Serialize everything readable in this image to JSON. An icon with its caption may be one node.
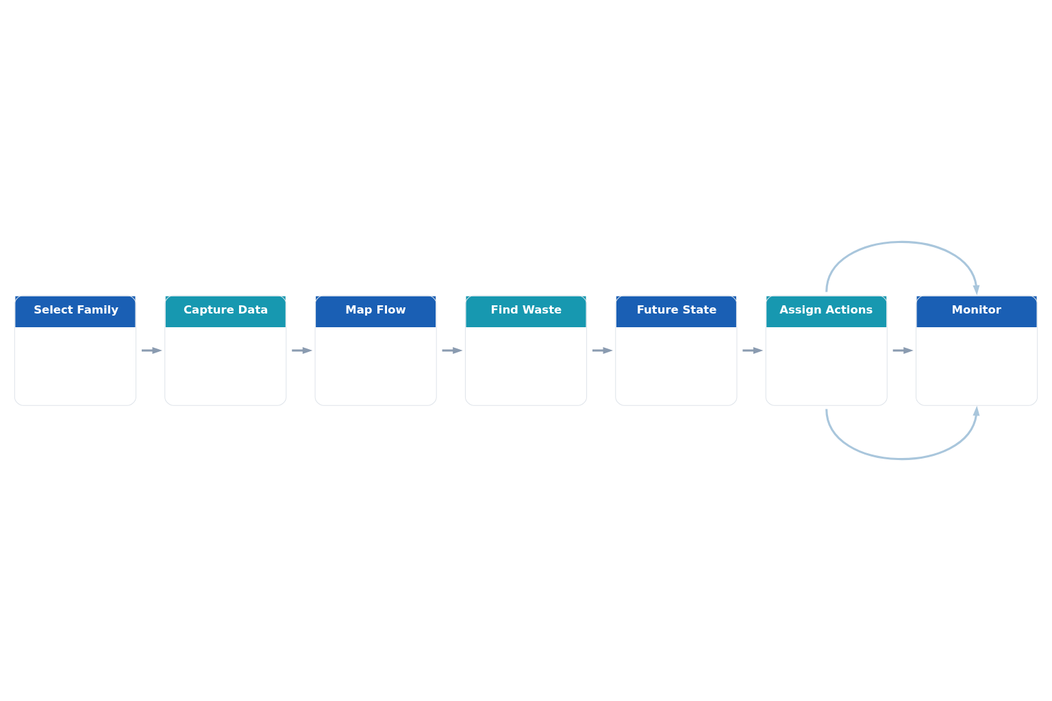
{
  "diagram": {
    "nodes": [
      {
        "text": [
          "Select Family"
        ]
      },
      {
        "text": [
          "Capture Data"
        ]
      },
      {
        "text": [
          "Map Flow"
        ]
      },
      {
        "text": [
          "Find Waste"
        ]
      },
      {
        "text": [
          "Future State"
        ]
      },
      {
        "text": [
          "Assign Actions"
        ]
      },
      {
        "text": [
          "Monitor"
        ]
      }
    ],
    "edges": [
      {
        "from": 0,
        "to": 1,
        "arrow": "to"
      },
      {
        "from": 1,
        "to": 2,
        "arrow": "to"
      },
      {
        "from": 2,
        "to": 3,
        "arrow": "to"
      },
      {
        "from": 3,
        "to": 4,
        "arrow": "to"
      },
      {
        "from": 4,
        "to": 5,
        "arrow": "to"
      },
      {
        "from": 5,
        "to": 6,
        "arrow": "to"
      },
      {
        "from": 5,
        "to": 6,
        "arrow": "to",
        "color": "#a9c6dc"
      },
      {
        "from": 5,
        "to": 6,
        "arrow": "to",
        "color": "#a9c6dc"
      }
    ]
  }
}
